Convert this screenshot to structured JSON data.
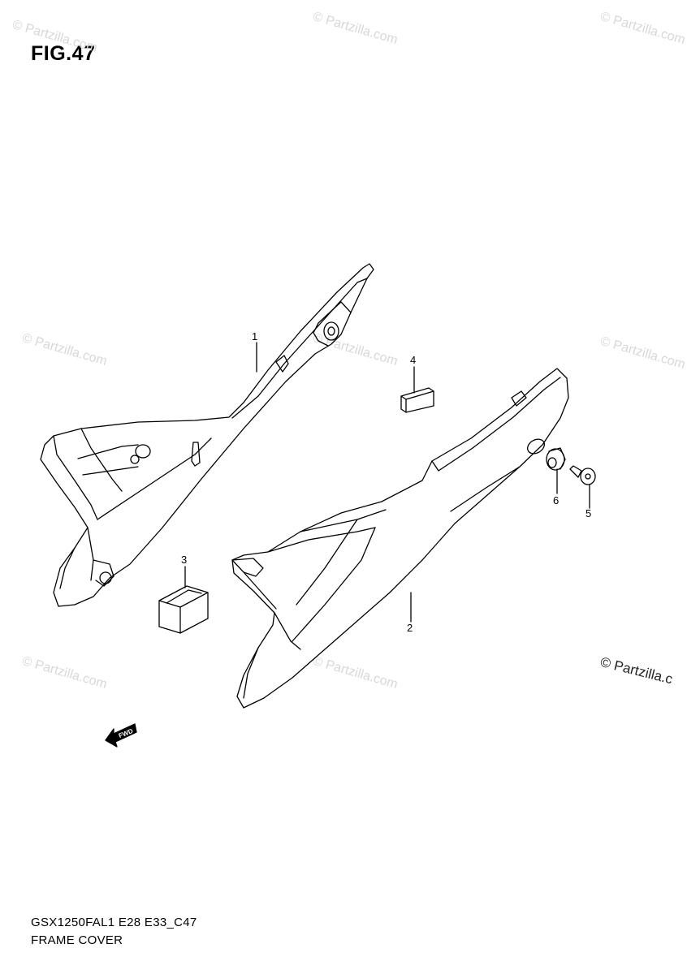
{
  "figure": {
    "title": "FIG.47",
    "model_code": "GSX1250FAL1 E28 E33_C47",
    "section_name": "FRAME COVER"
  },
  "watermark": {
    "text": "© Partzilla.com",
    "edge_text": "© Partzilla.c"
  },
  "parts": [
    {
      "ref": "1"
    },
    {
      "ref": "2"
    },
    {
      "ref": "3"
    },
    {
      "ref": "4"
    },
    {
      "ref": "5"
    },
    {
      "ref": "6"
    }
  ],
  "direction_arrow": {
    "label": "FWD"
  }
}
